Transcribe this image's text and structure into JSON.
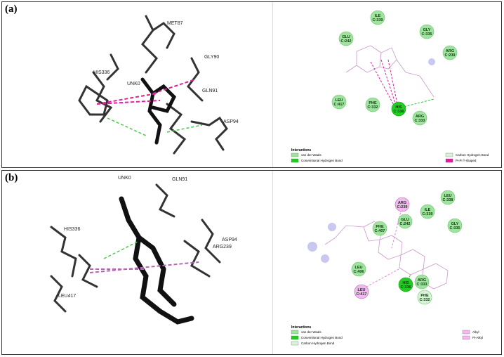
{
  "panels": [
    {
      "label": "(a)",
      "left_labels": [
        "MET87",
        "GLY90",
        "HIS336",
        "UNK0",
        "GLN91",
        "ASP94"
      ],
      "residues": [
        {
          "name": "ILE",
          "id": "C:339",
          "kind": "vdw"
        },
        {
          "name": "GLY",
          "id": "C:335",
          "kind": "vdw"
        },
        {
          "name": "GLU",
          "id": "C:242",
          "kind": "vdw"
        },
        {
          "name": "ARG",
          "id": "C:239",
          "kind": "vdw"
        },
        {
          "name": "LEU",
          "id": "C:417",
          "kind": "vdw"
        },
        {
          "name": "PHE",
          "id": "C:332",
          "kind": "vdw"
        },
        {
          "name": "HIS",
          "id": "C:336",
          "kind": "hbond"
        },
        {
          "name": "ARG",
          "id": "C:333",
          "kind": "vdw"
        }
      ],
      "legend": {
        "title": "Interactions",
        "items": [
          {
            "label": "van der Waals",
            "color": "#9fe39f"
          },
          {
            "label": "Conventional Hydrogen Bond",
            "color": "#22cc22"
          },
          {
            "label": "Carbon Hydrogen Bond",
            "color": "#d8f3d8"
          },
          {
            "label": "Pi-Pi T-shaped",
            "color": "#e0209a"
          }
        ]
      }
    },
    {
      "label": "(b)",
      "left_labels": [
        "UNK0",
        "GLN91",
        "HIS336",
        "ASP94",
        "ARG239",
        "LEU417"
      ],
      "residues": [
        {
          "name": "ARG",
          "id": "C:239",
          "kind": "alkyl"
        },
        {
          "name": "LEU",
          "id": "C:338",
          "kind": "vdw"
        },
        {
          "name": "PHE",
          "id": "C:407",
          "kind": "vdw"
        },
        {
          "name": "ILE",
          "id": "C:339",
          "kind": "vdw"
        },
        {
          "name": "GLU",
          "id": "C:242",
          "kind": "vdw"
        },
        {
          "name": "GLY",
          "id": "C:335",
          "kind": "vdw"
        },
        {
          "name": "LEU",
          "id": "C:406",
          "kind": "vdw"
        },
        {
          "name": "HIS",
          "id": "C:336",
          "kind": "hbond"
        },
        {
          "name": "ARG",
          "id": "C:333",
          "kind": "vdw"
        },
        {
          "name": "LEU",
          "id": "C:417",
          "kind": "alkyl"
        },
        {
          "name": "PHE",
          "id": "C:332",
          "kind": "carbonh"
        }
      ],
      "legend": {
        "title": "Interactions",
        "items": [
          {
            "label": "van der Waals",
            "color": "#9fe39f"
          },
          {
            "label": "Conventional Hydrogen Bond",
            "color": "#22cc22"
          },
          {
            "label": "Carbon Hydrogen Bond",
            "color": "#d8f3d8"
          },
          {
            "label": "Alkyl",
            "color": "#f2b8f2"
          },
          {
            "label": "Pi-Alkyl",
            "color": "#f2b8f2"
          }
        ]
      }
    }
  ],
  "colors": {
    "vdw": "#9fe39f",
    "hbond": "#22cc22",
    "carbonh": "#d8f3d8",
    "alkyl": "#f2b8f2",
    "pipi": "#e0209a"
  }
}
